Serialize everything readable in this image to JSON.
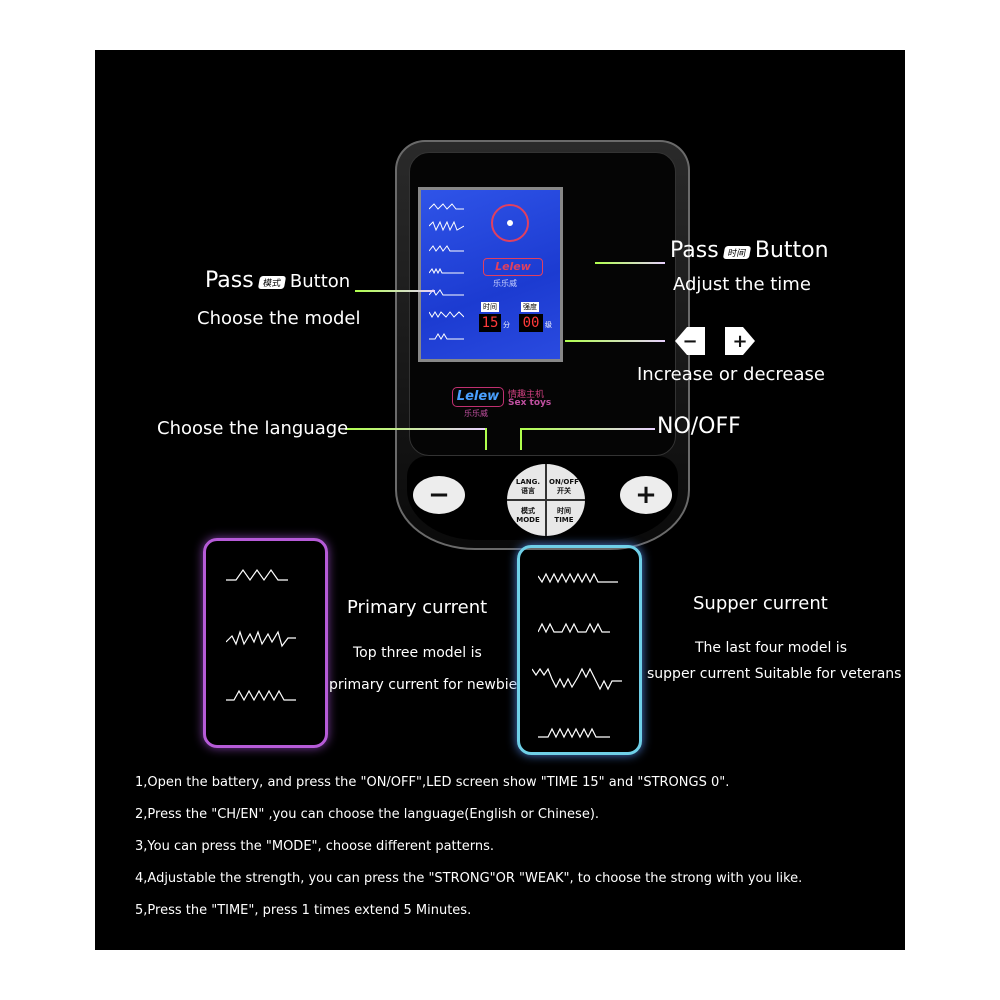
{
  "callouts": {
    "pass_mode": {
      "pass": "Pass",
      "tag": "模式",
      "button": "Button",
      "desc": "Choose the model"
    },
    "pass_time": {
      "pass": "Pass",
      "tag": "时间",
      "button": "Button",
      "desc": "Adjust the time"
    },
    "adjust": {
      "minus": "−",
      "plus": "+",
      "desc": "Increase or decrease"
    },
    "language": "Choose the language",
    "onoff": "NO/OFF"
  },
  "device": {
    "lcd": {
      "brand": "Lelew",
      "brand_sub": "乐乐威",
      "time_label": "时间",
      "strength_label": "强度",
      "time_value": "15",
      "time_unit": "分",
      "strength_value": "00",
      "strength_unit": "级"
    },
    "brand": {
      "logo": "Lelew",
      "line1": "情趣主机",
      "line2": "Sex toys",
      "sub": "乐乐威"
    },
    "buttons": {
      "minus": "−",
      "plus": "+",
      "lang": "LANG.",
      "lang_cn": "语言",
      "onoff": "ON/OFF",
      "onoff_cn": "开关",
      "mode": "MODE",
      "mode_cn": "模式",
      "time": "TIME",
      "time_cn": "时间"
    }
  },
  "primary": {
    "title": "Primary current",
    "line1": "Top three model is",
    "line2": "primary current for newbie"
  },
  "supper": {
    "title": "Supper  current",
    "line1": "The last four model is",
    "line2": "supper current Suitable for veterans"
  },
  "steps": [
    "1,Open the battery, and press the \"ON/OFF\",LED screen show \"TIME 15\" and \"STRONGS 0\".",
    "2,Press the \"CH/EN\" ,you can choose the language(English or Chinese).",
    "3,You can press the \"MODE\", choose different patterns.",
    "4,Adjustable the strength, you can press the \"STRONG\"OR \"WEAK\", to choose the strong with you like.",
    "5,Press the \"TIME\", press 1 times extend 5 Minutes."
  ],
  "colors": {
    "background": "#000000",
    "purple": "#b65bd8",
    "cyan": "#6fd0e8",
    "lcd_blue": "#2a4be0",
    "line": "#b0ff4d"
  }
}
